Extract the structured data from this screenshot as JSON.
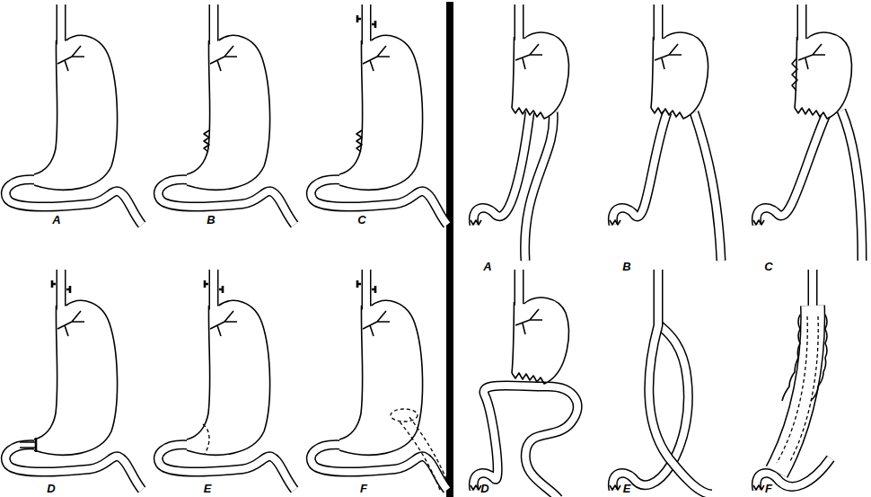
{
  "diagram": {
    "labels": [
      "A",
      "B",
      "C",
      "D",
      "E",
      "F",
      "A",
      "B",
      "C",
      "D",
      "E",
      "F"
    ]
  }
}
